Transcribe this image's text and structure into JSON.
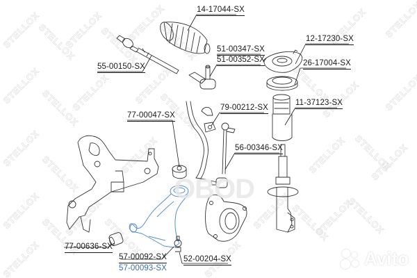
{
  "diagram": {
    "watermark_text": "STELLOX",
    "overlay_watermark": "OBOD",
    "brand_overlay": "Avito",
    "highlight_color": "#3c6fa0",
    "line_color": "#1a1a1a",
    "parts": [
      {
        "id": "tie-rod-boot",
        "label": "14-17044-SX"
      },
      {
        "id": "inner-tie-rod",
        "label": "55-00150-SX"
      },
      {
        "id": "tie-rod-end-1",
        "label": "51-00347-SX"
      },
      {
        "id": "tie-rod-end-2",
        "label": "51-00352-SX"
      },
      {
        "id": "strut-mount",
        "label": "12-17230-SX"
      },
      {
        "id": "strut-bearing",
        "label": "26-17004-SX"
      },
      {
        "id": "bump-stop-boot",
        "label": "11-37123-SX"
      },
      {
        "id": "stabilizer-bushing",
        "label": "79-00212-SX"
      },
      {
        "id": "subframe-bushing",
        "label": "77-00047-SX"
      },
      {
        "id": "stabilizer-link",
        "label": "56-00346-SX"
      },
      {
        "id": "control-arm-bushing",
        "label": "77-00636-SX"
      },
      {
        "id": "control-arm-left",
        "label": "57-00092-SX"
      },
      {
        "id": "control-arm-right",
        "label": "57-00093-SX"
      },
      {
        "id": "ball-joint",
        "label": "52-00204-SX"
      }
    ]
  }
}
